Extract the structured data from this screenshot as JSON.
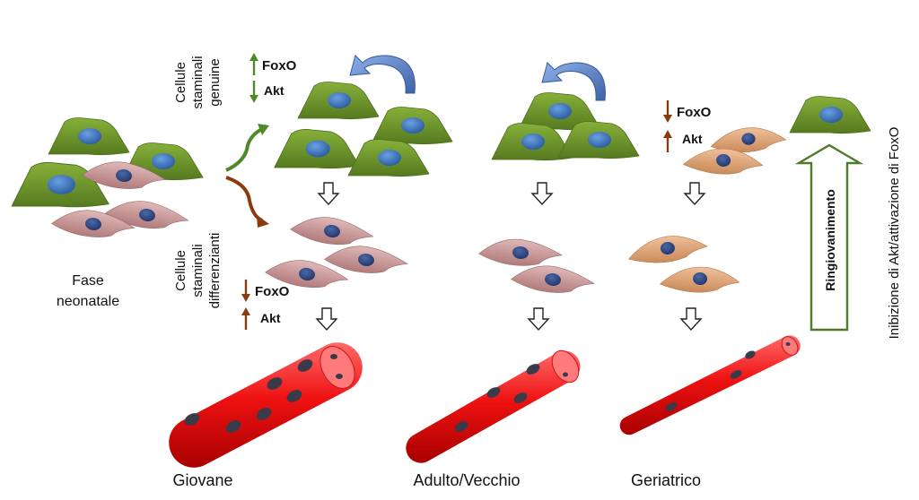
{
  "labels": {
    "neonatal_line1": "Fase",
    "neonatal_line2": "neonatale",
    "genuine_line1": "Cellule",
    "genuine_line2": "staminali",
    "genuine_line3": "genuine",
    "diff_line1": "Cellule",
    "diff_line2": "staminali",
    "diff_line3": "differenzianti",
    "foxo": "FoxO",
    "akt": "Akt",
    "rejuvenation": "Ringiovanimento",
    "inhibition": "Inibizione di Akt/attivazione di FoxO",
    "stage_young": "Giovane",
    "stage_adult": "Adulto/Vecchio",
    "stage_geriatric": "Geriatrico"
  },
  "colors": {
    "stem_cell": "#6f9a2c",
    "differentiating_cell": "#c99a9a",
    "geriatric_cell": "#d9a27a",
    "nucleus": "#3f78c0",
    "fiber": "#ee1111",
    "fiber_dot": "#3a3a48",
    "up_arrow_green": "#4e8a2a",
    "down_arrow_brown": "#8b3a10",
    "curved_arrow": "#5577b8"
  },
  "icons": {
    "self_renewal": "curved-arrow-icon",
    "transition": "down-arrow-icon",
    "increase": "up-arrow-icon",
    "decrease": "down-arrow-icon"
  }
}
